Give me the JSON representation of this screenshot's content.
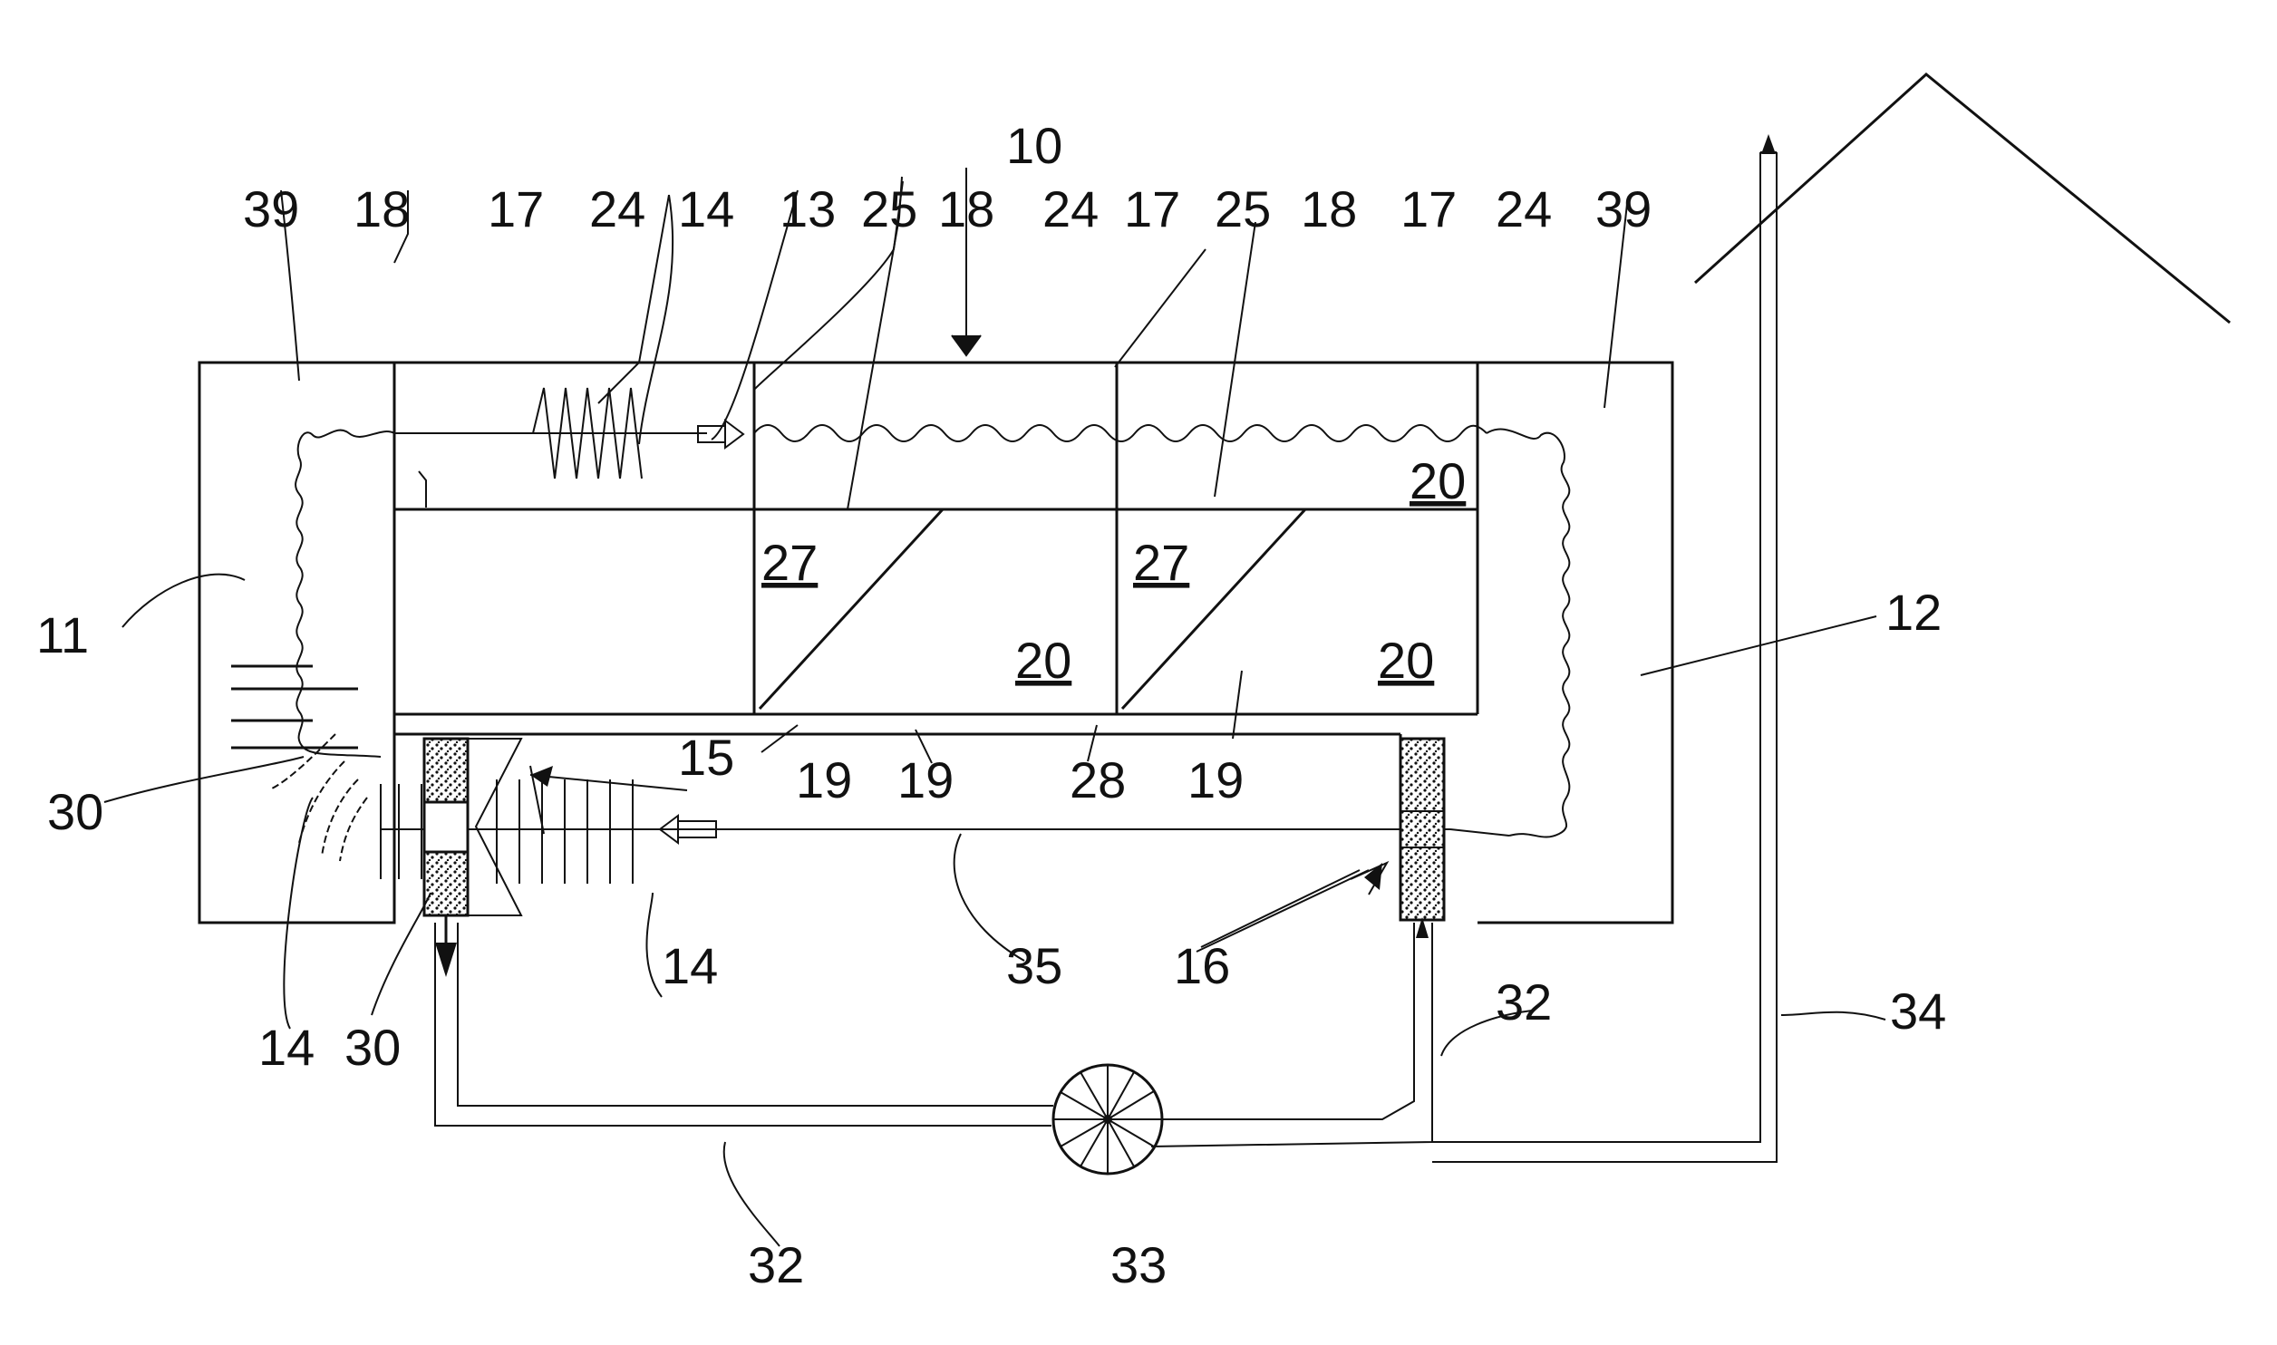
{
  "figure": {
    "labels": {
      "l10": "10",
      "l11": "11",
      "l12": "12",
      "l13": "13",
      "l14a": "14",
      "l14b": "14",
      "l14c": "14",
      "l15": "15",
      "l16": "16",
      "l17a": "17",
      "l17b": "17",
      "l17c": "17",
      "l18a": "18",
      "l18b": "18",
      "l18c": "18",
      "l19a": "19",
      "l19b": "19",
      "l19c": "19",
      "l20a": "20",
      "l20b": "20",
      "l20c": "20",
      "l24a": "24",
      "l24b": "24",
      "l24c": "24",
      "l25a": "25",
      "l25b": "25",
      "l27a": "27",
      "l27b": "27",
      "l28": "28",
      "l30a": "30",
      "l30b": "30",
      "l32a": "32",
      "l32b": "32",
      "l33": "33",
      "l34": "34",
      "l35": "35",
      "l39a": "39",
      "l39b": "39"
    }
  }
}
